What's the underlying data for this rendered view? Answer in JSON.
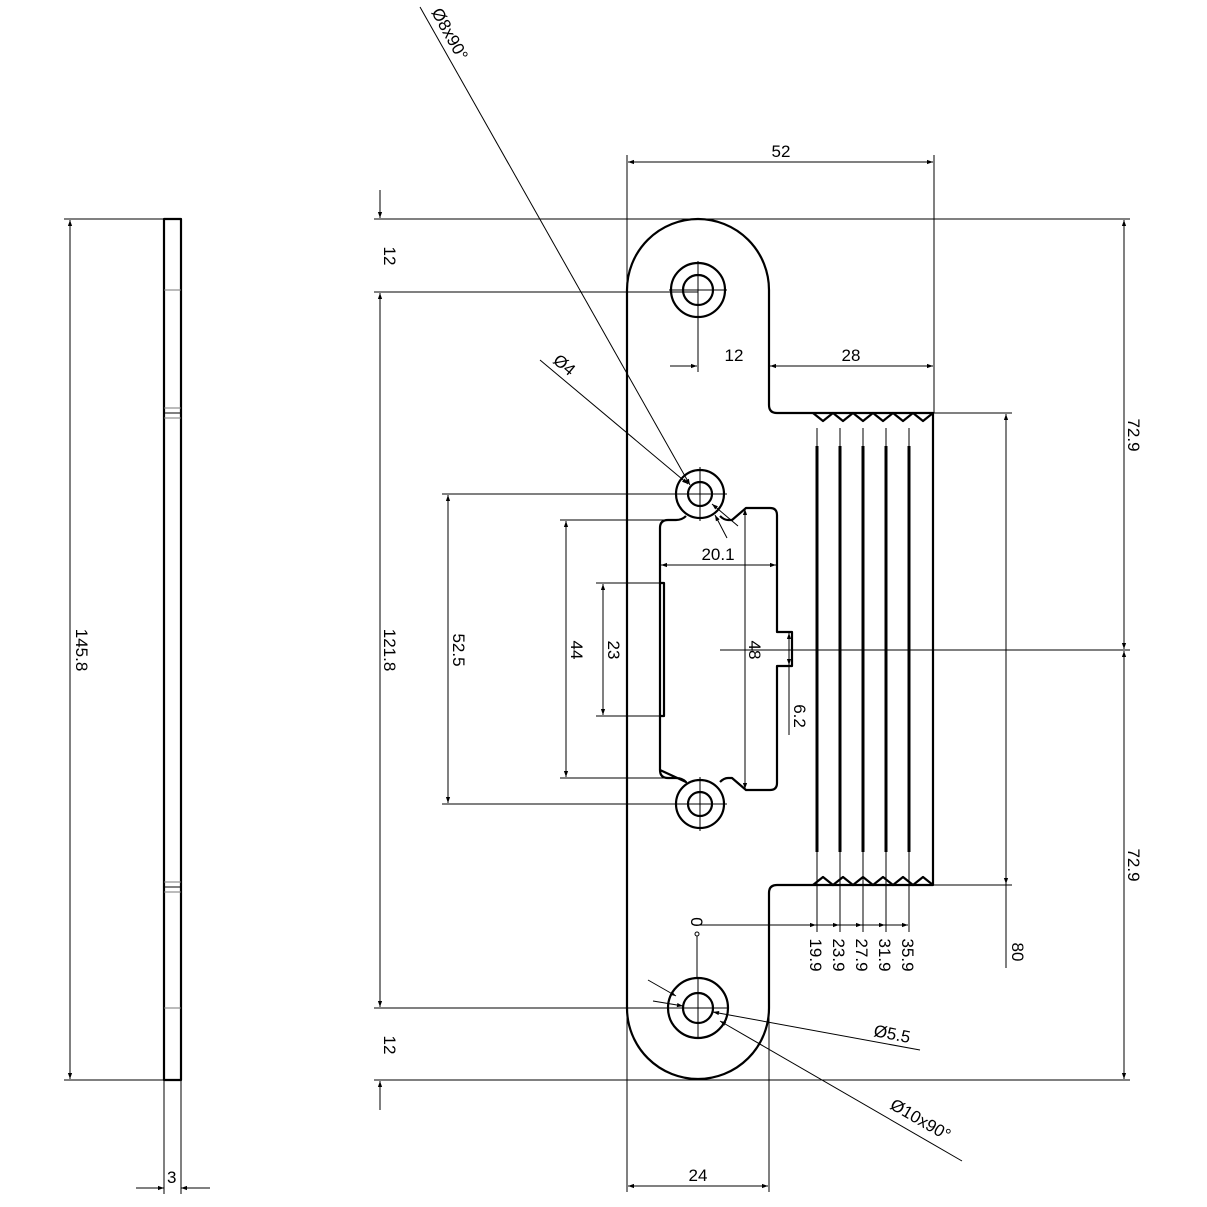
{
  "drawing": {
    "title": "Strike plate technical drawing",
    "units": "mm",
    "side_view": {
      "height_label": "145.8",
      "thickness_label": "3"
    },
    "front_view": {
      "overall_width_label": "52",
      "top_hole_offset_label": "12",
      "bottom_hole_offset_label": "12",
      "hole_center_span_label": "121.8",
      "hole_x_offset_label": "12",
      "lip_width_label": "28",
      "upper_half_label": "72.9",
      "lower_half_label": "72.9",
      "lip_length_label": "80",
      "bottom_width_label": "24",
      "cutout_width_label": "20.1",
      "cutout_height_label": "48",
      "inner_hole_span_label": "52.5",
      "inner_cut_label": "44",
      "latch_window_label": "23",
      "notch_label": "6.2",
      "countersink_top_label": "Ø8x90°",
      "small_hole_label": "Ø4",
      "hole_label": "Ø5.5",
      "countersink_bottom_label": "Ø10x90°",
      "ordinate_origin_label": "0",
      "slot_positions": [
        "19.9",
        "23.9",
        "27.9",
        "31.9",
        "35.9"
      ]
    }
  }
}
